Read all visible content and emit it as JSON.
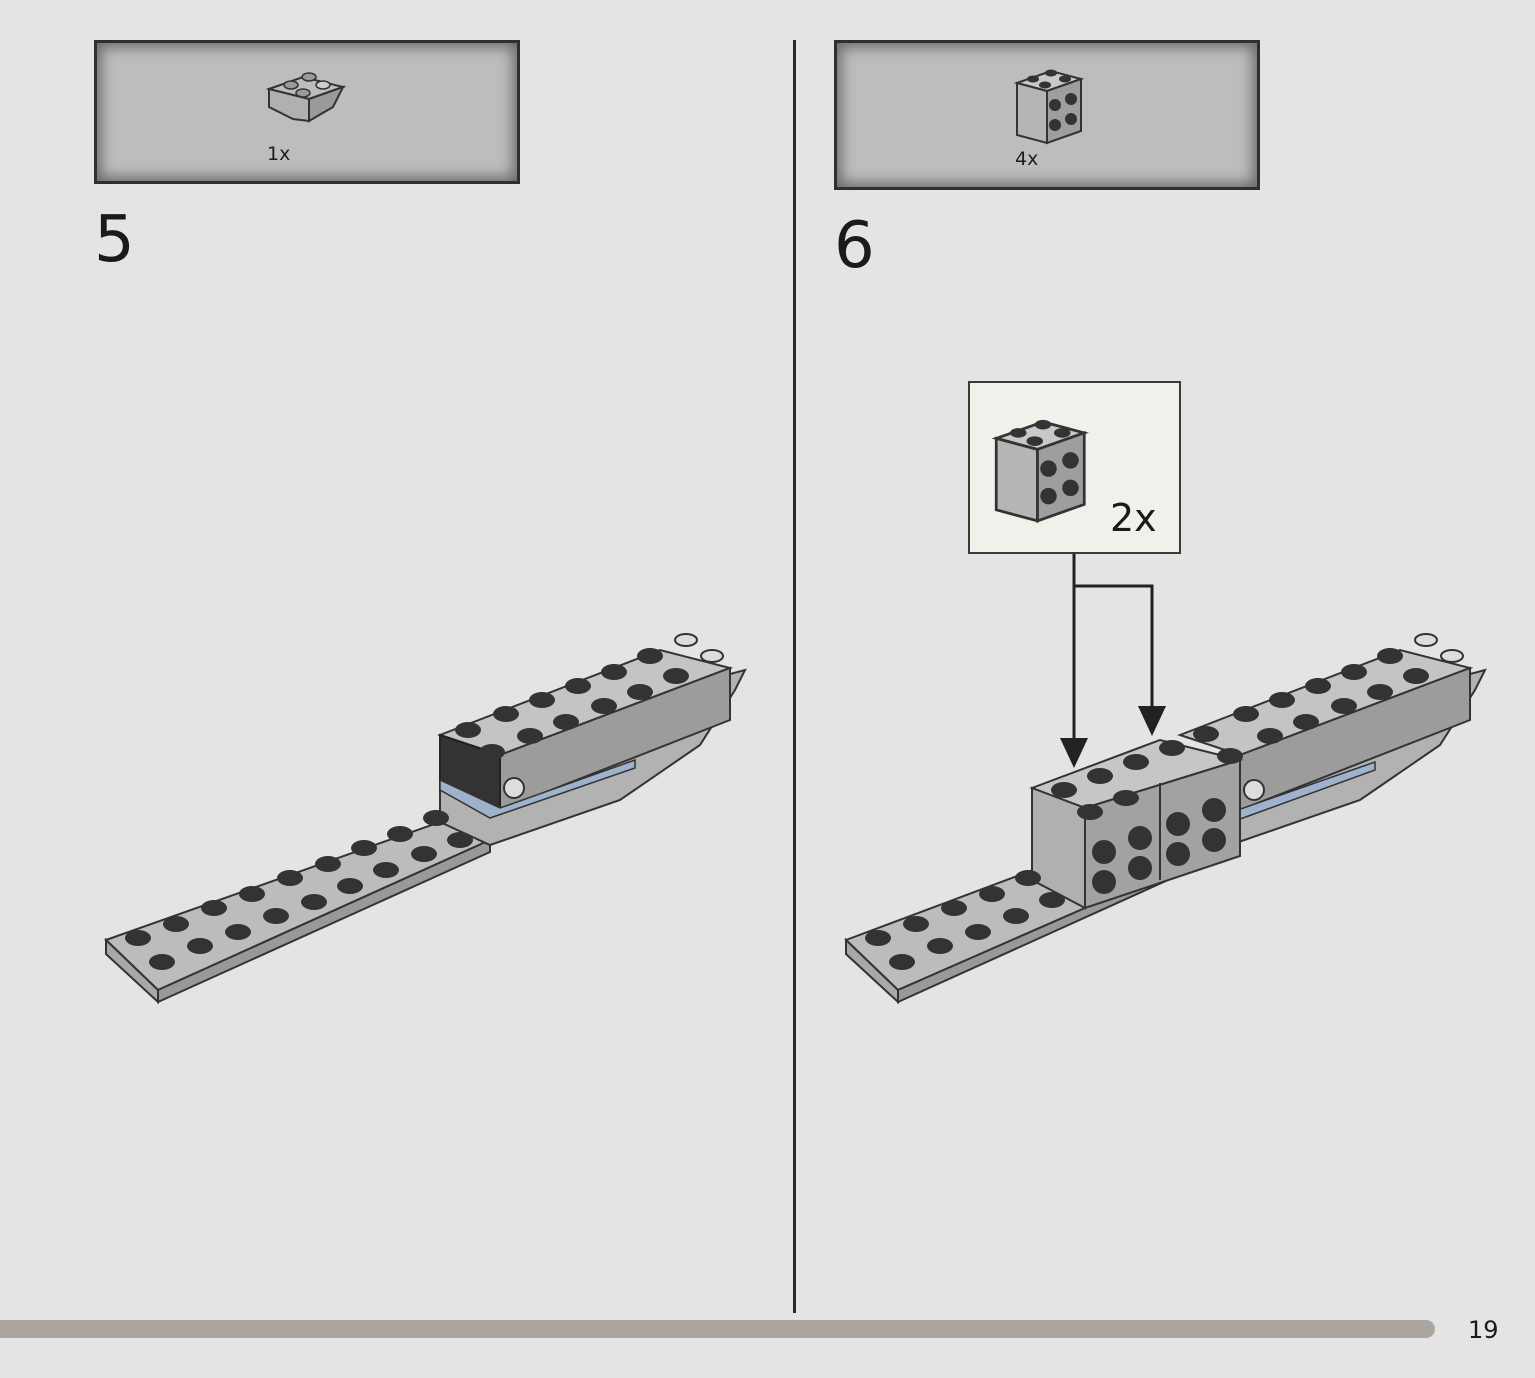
{
  "steps": [
    {
      "number": "5",
      "parts_qty": "1x",
      "part_icon": "inverted-slope-brick-icon"
    },
    {
      "number": "6",
      "parts_qty": "4x",
      "part_icon": "brick-2x2-side-studs-icon"
    }
  ],
  "callout": {
    "qty": "2x",
    "part_icon": "brick-2x2-side-studs-icon"
  },
  "page": {
    "number": "19"
  },
  "colors": {
    "light_gray": "#a9a9a9",
    "dark_gray": "#333333",
    "blue": "#9fb2cc",
    "background": "#e4e4e4"
  }
}
